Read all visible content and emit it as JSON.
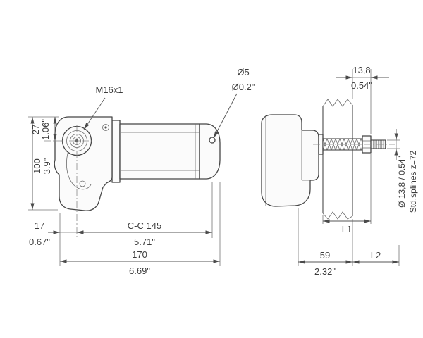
{
  "side_view": {
    "boss_callout": "M16x1",
    "hole_callout_mm": "Ø5",
    "hole_callout_in": "Ø0.2\"",
    "height_mm": "100",
    "height_in": "3.9\"",
    "boss_offset_mm": "27",
    "boss_offset_in": "1.06\"",
    "left_offset_mm": "17",
    "left_offset_in": "0.67\"",
    "center_distance_mm": "C-C 145",
    "center_distance_in": "5.71\"",
    "overall_length_mm": "170",
    "overall_length_in": "6.69\""
  },
  "end_view": {
    "panel_offset_mm": "13,8",
    "panel_offset_in": "0.54\"",
    "shaft_dia": "Ø 13,8 / 0.54\"",
    "splines": "Std.splines z=72",
    "l1_label": "L1",
    "body_depth_mm": "59",
    "body_depth_in": "2.32\"",
    "l2_label": "L2"
  }
}
